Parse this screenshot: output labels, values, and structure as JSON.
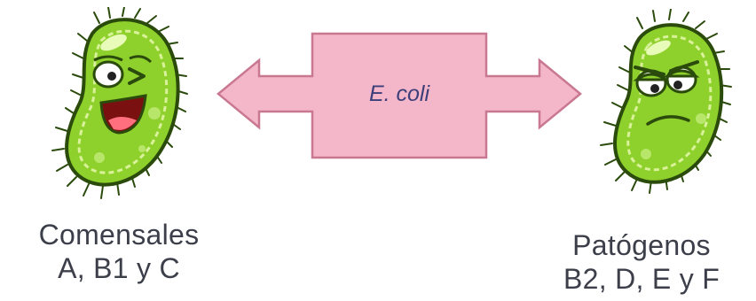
{
  "center": {
    "organism": "E. coli"
  },
  "left_group": {
    "title": "Comensales",
    "groups": "A, B1 y C",
    "character_mood": "happy-winking-icon"
  },
  "right_group": {
    "title": "Patógenos",
    "groups": "B2, D, E y F",
    "character_mood": "grumpy-icon"
  },
  "colors": {
    "arrow_fill": "#f4b6c9",
    "arrow_stroke": "#c97891",
    "bacterium_fill": "#8fd12c",
    "bacterium_stroke": "#2b4b0d",
    "text": "#3c3f4a"
  }
}
